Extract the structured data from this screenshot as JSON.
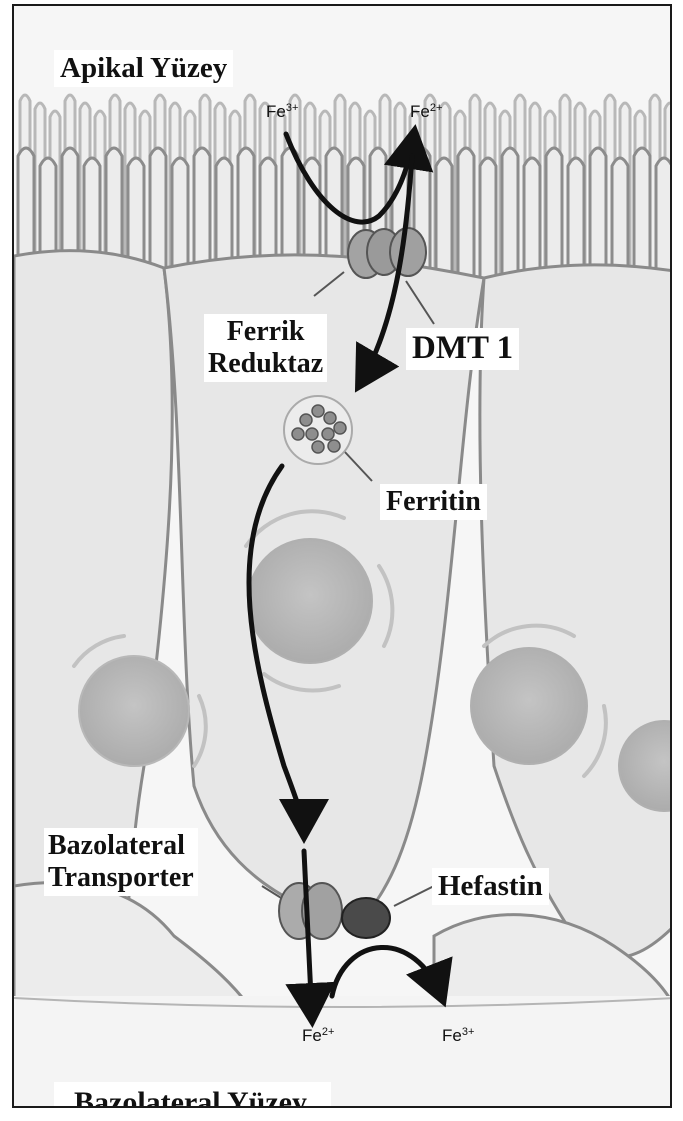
{
  "labels": {
    "apical_surface": "Apikal Yüzey",
    "ferric_reductase_line1": "Ferrik",
    "ferric_reductase_line2": "Reduktaz",
    "dmt1": "DMT 1",
    "ferritin": "Ferritin",
    "basolateral_transporter_line1": "Bazolateral",
    "basolateral_transporter_line2": "Transporter",
    "hephaestin": "Hefastin",
    "basolateral_surface": "Bazolateral Yüzey"
  },
  "ions": {
    "top_fe3": {
      "base": "Fe",
      "charge": "3+"
    },
    "top_fe2": {
      "base": "Fe",
      "charge": "2+"
    },
    "bottom_fe2": {
      "base": "Fe",
      "charge": "2+"
    },
    "bottom_fe3": {
      "base": "Fe",
      "charge": "3+"
    }
  },
  "colors": {
    "background": "#f3f3f3",
    "cell_fill": "#e6e6e6",
    "cell_outline": "#8a8a8a",
    "nucleus": "#bdbdbd",
    "protein": "#9a9a9a",
    "hephaestin": "#4a4a4a",
    "arrow": "#111111"
  }
}
